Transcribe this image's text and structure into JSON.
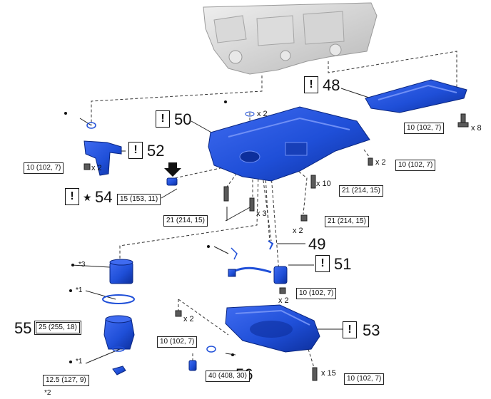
{
  "callouts": {
    "c48": "48",
    "c49": "49",
    "c50": "50",
    "c51": "51",
    "c52": "52",
    "c53": "53",
    "c54": "54",
    "c55": "55",
    "c56": "56"
  },
  "warning_glyph": "!",
  "star_glyph": "★",
  "torques": {
    "t_oilpan2_bolts": "10 (102, 7)",
    "t_baffle_bolts": "10 (102, 7)",
    "t_oilpump_bolt": "10 (102, 7)",
    "t_right_bolts_x2": "10 (102, 7)",
    "t_sensor_54": "15 (153, 11)",
    "t_x10": "21 (214, 15)",
    "t_center_x3": "21 (214, 15)",
    "t_studs_x2": "21 (214, 15)",
    "t_sensor_51": "10 (102, 7)",
    "t_filter_cap": "25 (255, 18)",
    "t_pan_front_x2": "10 (102, 7)",
    "t_drain_plug": "12.5 (127, 9)",
    "t_plug_56": "40 (408, 30)"
  },
  "quantities": {
    "q_x8": "x 8",
    "q_x2_oring_top": "x 2",
    "q_x2_pump": "x 2",
    "q_x2_right": "x 2",
    "q_x10": "x 10",
    "q_x3": "x 3",
    "q_x2_studs": "x 2",
    "q_x2_sensor": "x 2",
    "q_x2_pan": "x 2",
    "q_x15": "x 15"
  },
  "notes": {
    "n_star3": "*3",
    "n_star1_a": "*1",
    "n_star1_b": "*1",
    "n_star2": "*2"
  },
  "colors": {
    "part_blue": "#1f4fd8",
    "part_blue_dark": "#0d2f9c",
    "engine_gray": "#cfcfcf",
    "line": "#333333"
  }
}
